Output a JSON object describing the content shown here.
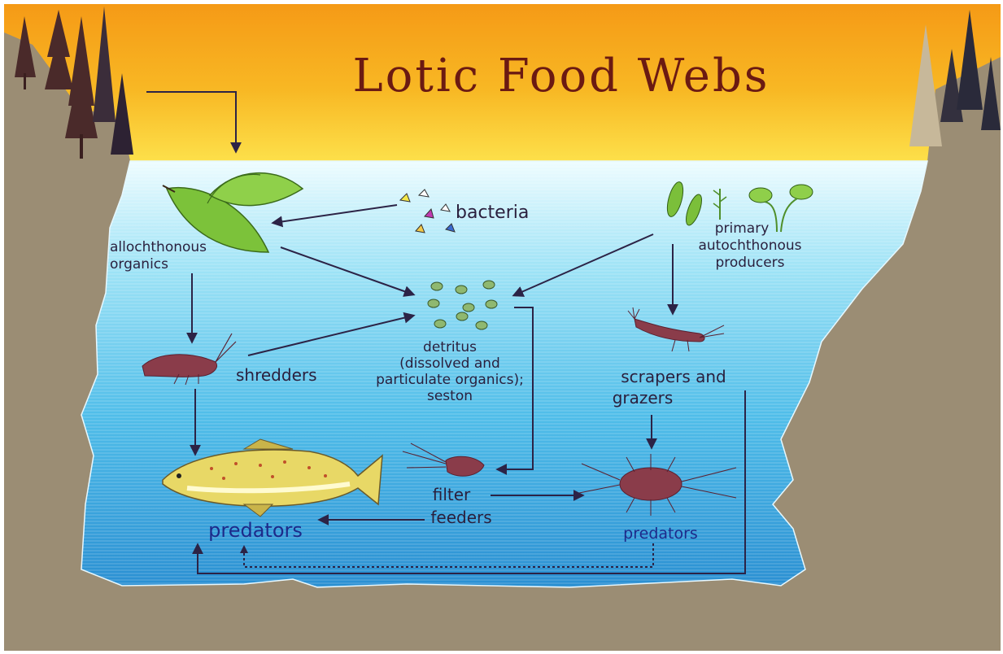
{
  "title": "Lotic Food Webs",
  "labels": {
    "bacteria": "bacteria",
    "allochthonous_1": "allochthonous",
    "allochthonous_2": "organics",
    "primary_1": "primary",
    "primary_2": "autochthonous",
    "primary_3": "producers",
    "shredders": "shredders",
    "detritus_1": "detritus",
    "detritus_2": "(dissolved and",
    "detritus_3": "particulate organics);",
    "detritus_4": "seston",
    "scrapers_1": "scrapers and",
    "scrapers_2": "grazers",
    "filter_1": "filter",
    "filter_2": "feeders",
    "predators_left": "predators",
    "predators_right": "predators"
  },
  "colors": {
    "sky_top": "#f6a31a",
    "sky_bottom": "#fbd83c",
    "ground": "#9a8c73",
    "water_top": "#e8faff",
    "water_bottom": "#2f9ad8",
    "arrow": "#2c2346",
    "title": "#6b1a12",
    "predator_text": "#1d2a8a"
  }
}
